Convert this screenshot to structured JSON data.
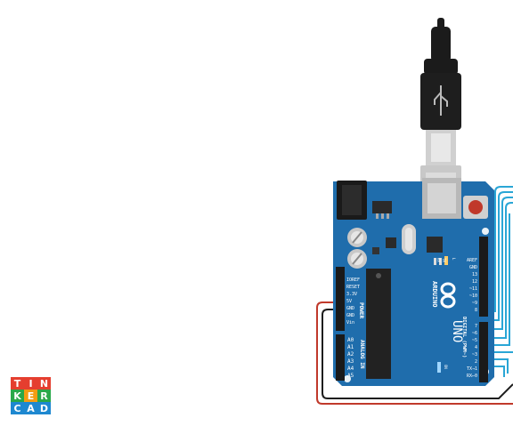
{
  "board": {
    "brand": "ARDUINO",
    "model": "UNO",
    "power_header_title": "POWER",
    "analog_header_title": "ANALOG IN",
    "digital_header_title": "DIGITAL (PWM~)",
    "power_pins": [
      "IOREF",
      "RESET",
      "3.3V",
      "5V",
      "GND",
      "GND",
      "Vin"
    ],
    "analog_pins": [
      "A0",
      "A1",
      "A2",
      "A3",
      "A4",
      "A5"
    ],
    "digital_pins_top": [
      "AREF",
      "GND",
      "13",
      "12",
      "~11",
      "~10",
      "~9",
      "8"
    ],
    "digital_pins_bottom": [
      "7",
      "~6",
      "~5",
      "4",
      "~3",
      "2",
      "TX→1",
      "RX←0"
    ],
    "tx_label": "TX",
    "rx_label": "RX",
    "l_label": "L",
    "on_label": "ON"
  },
  "logo": {
    "letters": [
      "T",
      "I",
      "N",
      "K",
      "E",
      "R",
      "C",
      "A",
      "D"
    ],
    "colors": [
      "#e53e2f",
      "#e53e2f",
      "#e53e2f",
      "#2aa84a",
      "#f39c12",
      "#2aa84a",
      "#1e88d0",
      "#1e88d0",
      "#1e88d0"
    ]
  },
  "colors": {
    "board": "#1f6dac",
    "board_dark": "#164f80",
    "usb_cable": "#1b1b1b",
    "wire_red": "#c0392b",
    "wire_black": "#1e1e1e",
    "wire_blue": "#2aa6d6"
  }
}
